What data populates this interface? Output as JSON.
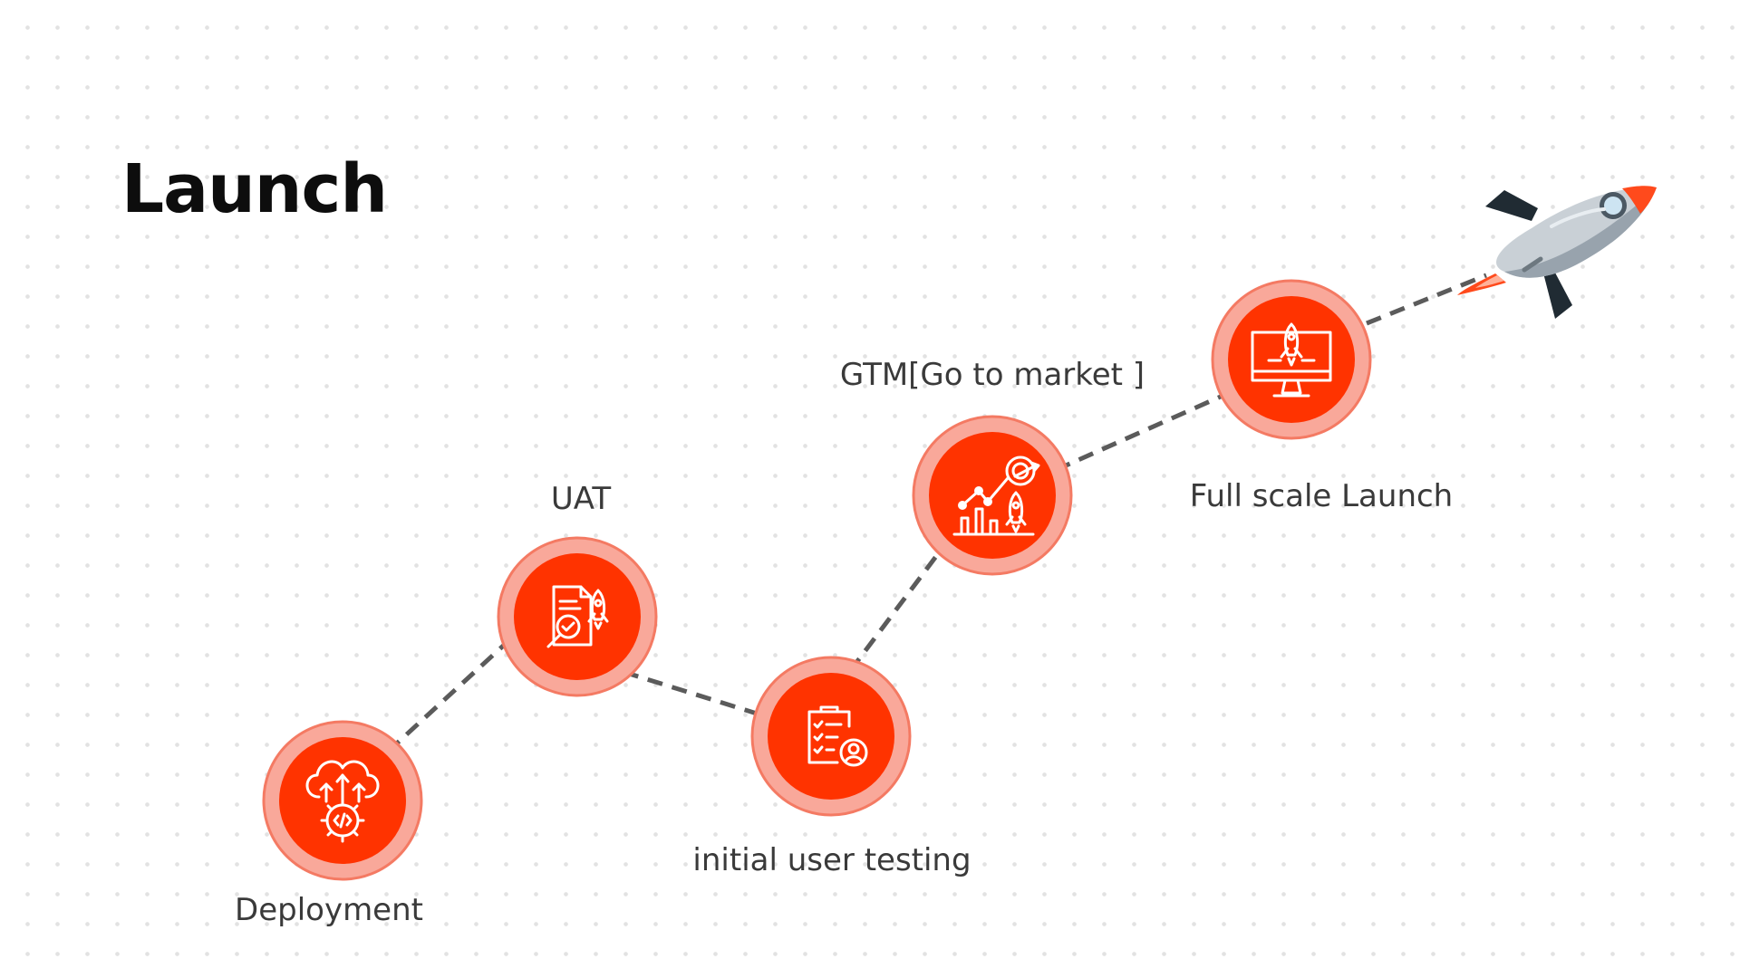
{
  "title": "Launch",
  "colors": {
    "accent": "#ff3300",
    "ring": "#f9a89a",
    "ring_stroke": "#f47a63",
    "connector": "#5b5b5b",
    "title_text": "#0d0d0d",
    "label_text": "#3a3a3a"
  },
  "steps": [
    {
      "label": "Deployment",
      "icon": "cloud-code-gear-icon"
    },
    {
      "label": "UAT",
      "icon": "document-magnifier-rocket-icon"
    },
    {
      "label": "initial user testing",
      "icon": "clipboard-checklist-user-icon"
    },
    {
      "label": "GTM[Go to market ]",
      "icon": "growth-chart-target-rocket-icon"
    },
    {
      "label": "Full scale Launch",
      "icon": "monitor-rocket-icon"
    }
  ],
  "decoration": {
    "icon": "rocket-icon"
  }
}
